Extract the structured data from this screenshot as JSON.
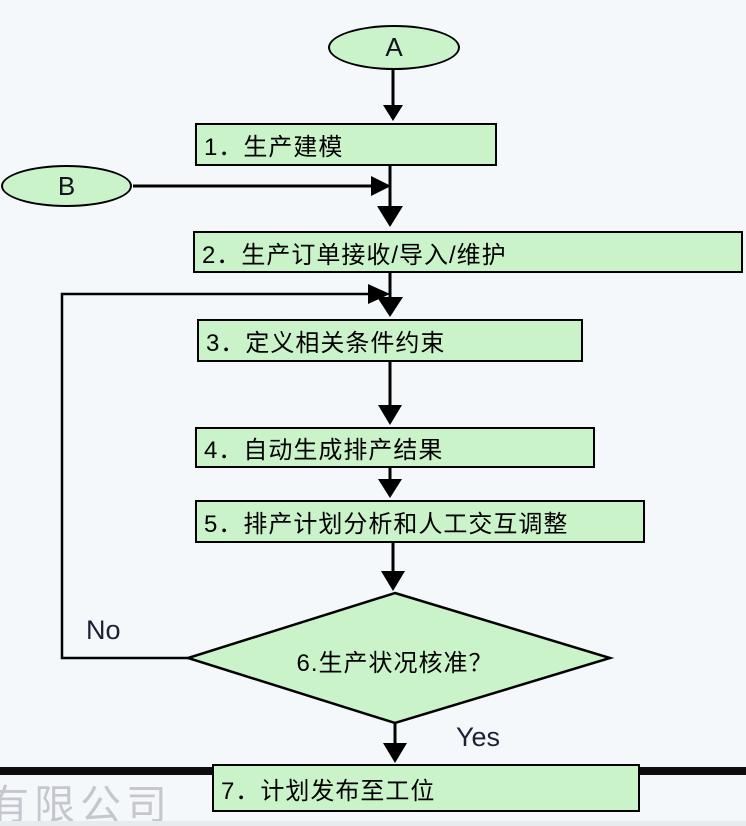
{
  "flowchart": {
    "title_hint": "production scheduling flowchart",
    "colors": {
      "background": "#f4f8fb",
      "node_fill": "#cbf3ca",
      "node_border": "#000000",
      "edge_label_color": "#1b2033",
      "watermark_color": "#c6c6cf"
    },
    "nodes": {
      "start_a": {
        "type": "ellipse",
        "label": "A"
      },
      "connector_b": {
        "type": "ellipse",
        "label": "B"
      },
      "step1": {
        "type": "process",
        "label": "1．生产建模"
      },
      "step2": {
        "type": "process",
        "label": "2．生产订单接收/导入/维护"
      },
      "step3": {
        "type": "process",
        "label": "3．定义相关条件约束"
      },
      "step4": {
        "type": "process",
        "label": "4．自动生成排产结果"
      },
      "step5": {
        "type": "process",
        "label": "5．排产计划分析和人工交互调整"
      },
      "decision6": {
        "type": "decision",
        "label": "6.生产状况核准？"
      },
      "step7": {
        "type": "process",
        "label": "7．计划发布至工位"
      }
    },
    "edge_labels": {
      "no": "No",
      "yes": "Yes"
    },
    "edges": [
      {
        "from": "start_a",
        "to": "step1"
      },
      {
        "from": "step1",
        "to": "step2"
      },
      {
        "from": "connector_b",
        "to": "step2"
      },
      {
        "from": "step2",
        "to": "step3"
      },
      {
        "from": "step3",
        "to": "step4"
      },
      {
        "from": "step4",
        "to": "step5"
      },
      {
        "from": "step5",
        "to": "decision6"
      },
      {
        "from": "decision6",
        "to": "step3",
        "label": "No"
      },
      {
        "from": "decision6",
        "to": "step7",
        "label": "Yes"
      }
    ],
    "watermark": "有限公司"
  }
}
